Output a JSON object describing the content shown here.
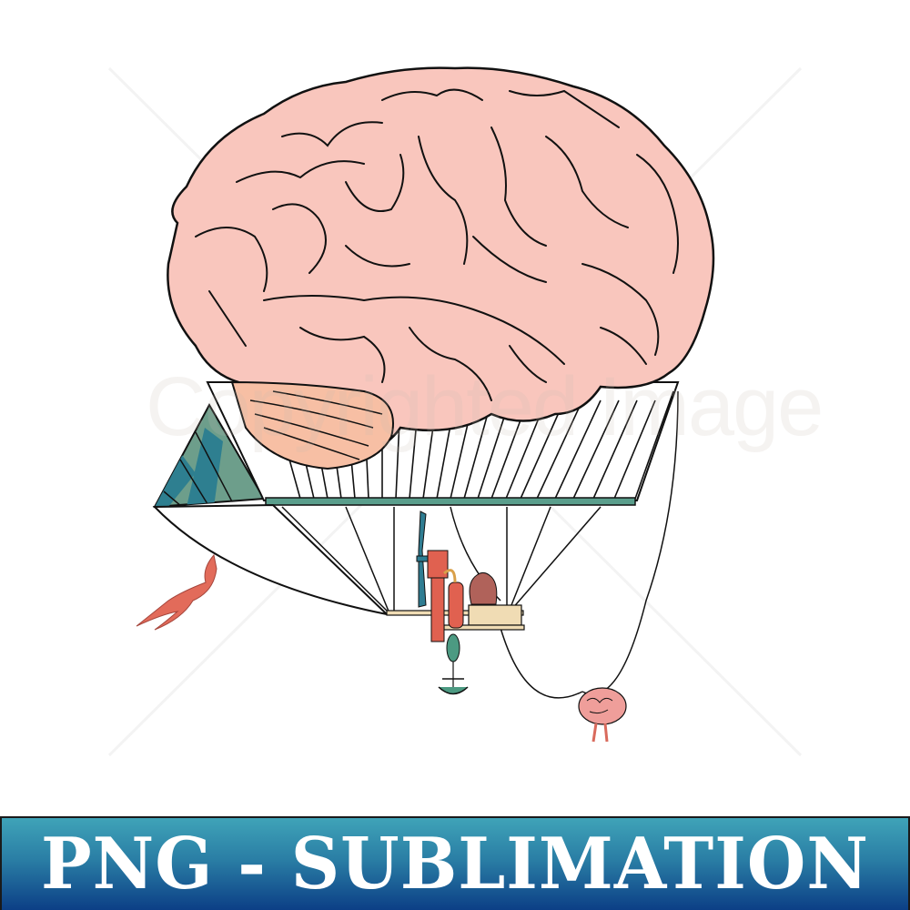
{
  "illustration": {
    "subject": "Brain-shaped hot air balloon airship with gondola carrying a heart, propeller, anchor and a small brain on a rope",
    "colors": {
      "brain_fill": "#f9c6bd",
      "cerebellum_fill": "#f7bfa4",
      "outline": "#111111",
      "stripe_teal": "#2e7f90",
      "stripe_green": "#6d9e8b",
      "deck_green": "#5a9e8c",
      "ribbon": "#e26b5a",
      "machine_red": "#e06150",
      "platform_tan": "#f0dcb4",
      "heart": "#b0625a",
      "anchor_green": "#4c9a82",
      "propeller_blue": "#2f7d92"
    }
  },
  "watermark": {
    "text": "Copyrighted Image"
  },
  "banner": {
    "text": "PNG - SUBLIMATION",
    "gradient_top": "#3fa3b8",
    "gradient_bottom": "#0c3f86"
  }
}
